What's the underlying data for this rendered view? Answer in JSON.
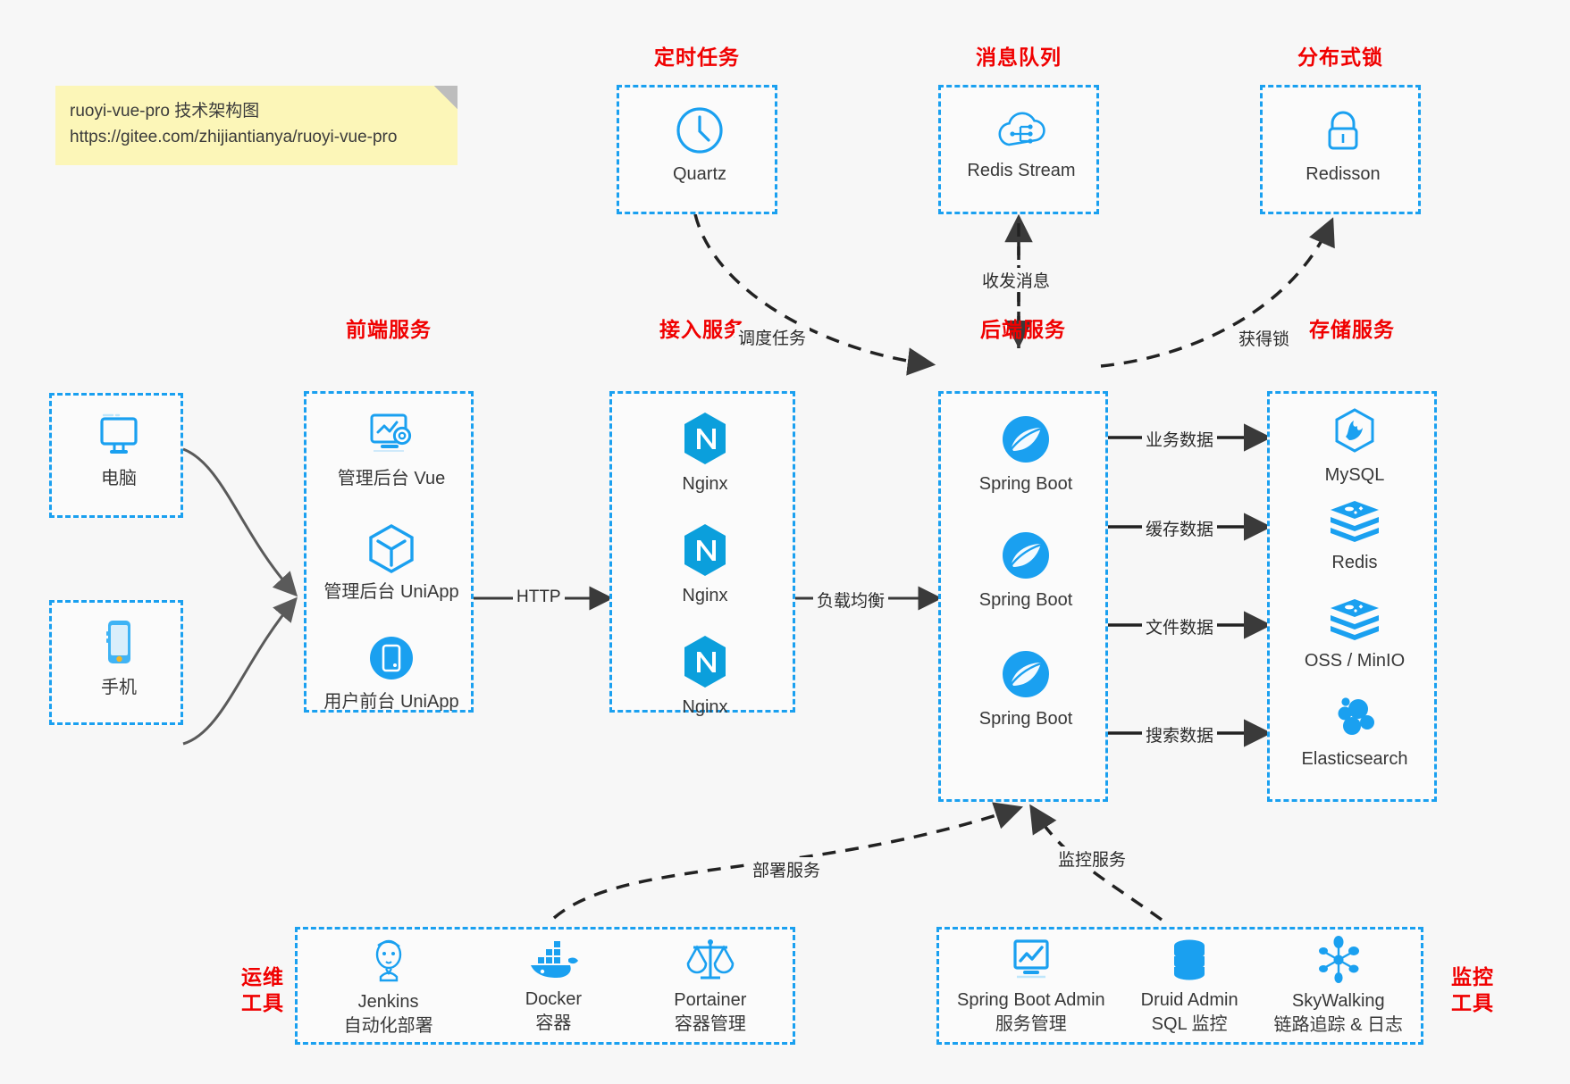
{
  "note": {
    "line1": "ruoyi-vue-pro 技术架构图",
    "line2": "https://gitee.com/zhijiantianya/ruoyi-vue-pro"
  },
  "colors": {
    "accent_blue": "#1aa0f0",
    "group_label_red": "#f00000",
    "background": "#f7f7f7",
    "note_yellow": "#fcf6b8",
    "arrow_dark": "#3a3a3a"
  },
  "groups": {
    "scheduler": {
      "label": "定时任务",
      "nodes": [
        {
          "name": "Quartz",
          "icon": "clock-icon"
        }
      ]
    },
    "message_queue": {
      "label": "消息队列",
      "nodes": [
        {
          "name": "Redis Stream",
          "icon": "cloud-stream-icon"
        }
      ]
    },
    "distributed_lock": {
      "label": "分布式锁",
      "nodes": [
        {
          "name": "Redisson",
          "icon": "lock-icon"
        }
      ]
    },
    "clients": {
      "nodes": [
        {
          "name": "电脑",
          "icon": "desktop-icon"
        },
        {
          "name": "手机",
          "icon": "phone-icon"
        }
      ]
    },
    "frontend": {
      "label": "前端服务",
      "nodes": [
        {
          "name": "管理后台 Vue",
          "icon": "dashboard-gear-icon"
        },
        {
          "name": "管理后台 UniApp",
          "icon": "hexagon-cube-icon"
        },
        {
          "name": "用户前台 UniApp",
          "icon": "mobile-circle-icon"
        }
      ]
    },
    "gateway": {
      "label": "接入服务",
      "nodes": [
        {
          "name": "Nginx",
          "icon": "nginx-icon"
        },
        {
          "name": "Nginx",
          "icon": "nginx-icon"
        },
        {
          "name": "Nginx",
          "icon": "nginx-icon"
        }
      ]
    },
    "backend": {
      "label": "后端服务",
      "nodes": [
        {
          "name": "Spring Boot",
          "icon": "spring-boot-icon"
        },
        {
          "name": "Spring Boot",
          "icon": "spring-boot-icon"
        },
        {
          "name": "Spring Boot",
          "icon": "spring-boot-icon"
        }
      ]
    },
    "storage": {
      "label": "存储服务",
      "nodes": [
        {
          "name": "MySQL",
          "icon": "mysql-icon"
        },
        {
          "name": "Redis",
          "icon": "redis-icon"
        },
        {
          "name": "OSS / MinIO",
          "icon": "oss-minio-icon"
        },
        {
          "name": "Elasticsearch",
          "icon": "elasticsearch-icon"
        }
      ]
    },
    "devops": {
      "label": "运维\n工具",
      "label_line1": "运维",
      "label_line2": "工具",
      "nodes": [
        {
          "name": "Jenkins",
          "sub": "自动化部署",
          "icon": "jenkins-icon"
        },
        {
          "name": "Docker",
          "sub": "容器",
          "icon": "docker-icon"
        },
        {
          "name": "Portainer",
          "sub": "容器管理",
          "icon": "portainer-icon"
        }
      ]
    },
    "monitoring": {
      "label_line1": "监控",
      "label_line2": "工具",
      "nodes": [
        {
          "name": "Spring Boot Admin",
          "sub": "服务管理",
          "icon": "monitor-chart-icon"
        },
        {
          "name": "Druid Admin",
          "sub": "SQL 监控",
          "icon": "database-icon"
        },
        {
          "name": "SkyWalking",
          "sub": "链路追踪 & 日志",
          "icon": "skywalking-icon"
        }
      ]
    }
  },
  "edges": {
    "schedule_task": "调度任务",
    "send_receive_message": "收发消息",
    "acquire_lock": "获得锁",
    "http": "HTTP",
    "load_balance": "负载均衡",
    "business_data": "业务数据",
    "cache_data": "缓存数据",
    "file_data": "文件数据",
    "search_data": "搜索数据",
    "deploy_service": "部署服务",
    "monitor_service": "监控服务"
  }
}
